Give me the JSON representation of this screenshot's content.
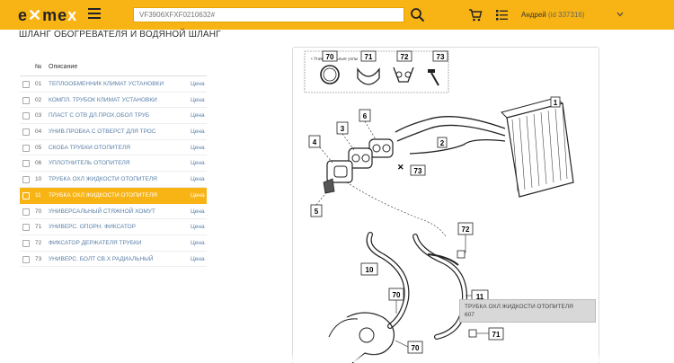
{
  "header": {
    "logo": {
      "part1": "e",
      "part2": "m",
      "part3": "e",
      "part4": "x"
    },
    "search_value": "VF3906XFXF0210632#",
    "user_name": "Андрей",
    "user_id": "(id 337316)"
  },
  "page": {
    "title": "ШЛАНГ ОБОГРЕВАТЕЛЯ И ВОДЯНОЙ ШЛАНГ"
  },
  "table": {
    "header_num": "№",
    "header_desc": "Описание",
    "rows": [
      {
        "num": "01",
        "desc": "ТЕПЛООБМЕННИК КЛИМАТ УСТАНОВКИ",
        "price": "Цена"
      },
      {
        "num": "02",
        "desc": "КОМПЛ. ТРУБОК КЛИМАТ УСТАНОВКИ",
        "price": "Цена"
      },
      {
        "num": "03",
        "desc": "ПЛАСТ С ОТВ ДЛ.ПРОХ.ОБОЛ ТРУБ",
        "price": "Цена"
      },
      {
        "num": "04",
        "desc": "УНИВ.ПРОБКА С ОТВЕРСТ ДЛЯ ТРОС",
        "price": "Цена"
      },
      {
        "num": "05",
        "desc": "СКОБА ТРУБКИ ОТОПИТЕЛЯ",
        "price": "Цена"
      },
      {
        "num": "06",
        "desc": "УПЛОТНИТЕЛЬ ОТОПИТЕЛЯ",
        "price": "Цена"
      },
      {
        "num": "10",
        "desc": "ТРУБКА ОХЛ ЖИДКОСТИ ОТОПИТЕЛЯ",
        "price": "Цена"
      },
      {
        "num": "11",
        "desc": "ТРУБКА ОХЛ ЖИДКОСТИ ОТОПИТЕЛЯ",
        "price": "Цена"
      },
      {
        "num": "70",
        "desc": "УНИВЕРСАЛЬНЫЙ СТЯЖНОЙ ХОМУТ",
        "price": "Цена"
      },
      {
        "num": "71",
        "desc": "УНИВЕРС. ОПОРН. ФИКСАТОР",
        "price": "Цена"
      },
      {
        "num": "72",
        "desc": "ФИКСАТОР ДЕРЖАТЕЛЯ ТРУБКИ",
        "price": "Цена"
      },
      {
        "num": "73",
        "desc": "УНИВЕРС. БОЛТ СВ.Х РАДИАЛЬНЫЙ",
        "price": "Цена"
      }
    ]
  },
  "diagram": {
    "note": "• Универсальные узлы",
    "labels": {
      "l1": "1",
      "l2": "2",
      "l3": "3",
      "l4": "4",
      "l5": "5",
      "l6": "6",
      "l10": "10",
      "l11": "11",
      "l70": "70",
      "l71": "71",
      "l72": "72",
      "l73": "73",
      "l70b": "70",
      "l71b": "71",
      "l72b": "72",
      "l73b": "73"
    }
  },
  "tooltip": {
    "line1": "ТРУБКА ОХЛ ЖИДКОСТИ ОТОПИТЕЛЯ",
    "line2": "607"
  },
  "colors": {
    "accent": "#f8b415",
    "link": "#5a7fa8"
  },
  "icons": {
    "search": "search-icon",
    "cart": "cart-icon",
    "orders": "orders-list-icon",
    "menu": "menu-icon",
    "dropdown": "chevron-down-icon"
  }
}
